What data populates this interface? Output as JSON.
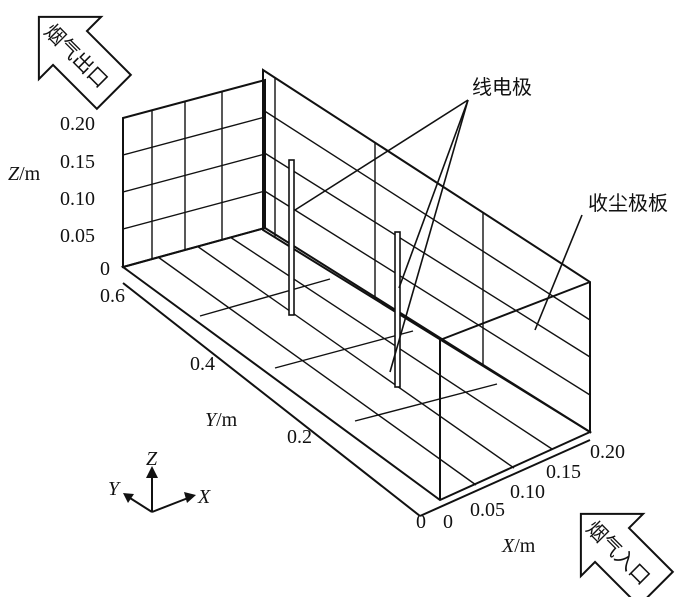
{
  "labels": {
    "wire_electrode": "线电极",
    "collector_plate": "收尘极板",
    "flue_gas_outlet": "烟气出口",
    "flue_gas_inlet": "烟气入口"
  },
  "axes": {
    "z": {
      "name": "Z",
      "unit": "/m",
      "ticks": [
        "0.20",
        "0.15",
        "0.10",
        "0.05",
        "0"
      ]
    },
    "y": {
      "name": "Y",
      "unit": "/m",
      "ticks": [
        "0.6",
        "0.4",
        "0.2",
        "0"
      ]
    },
    "x": {
      "name": "X",
      "unit": "/m",
      "ticks": [
        "0",
        "0.05",
        "0.10",
        "0.15",
        "0.20"
      ]
    }
  },
  "triad": {
    "z": "Z",
    "y": "Y",
    "x": "X"
  }
}
